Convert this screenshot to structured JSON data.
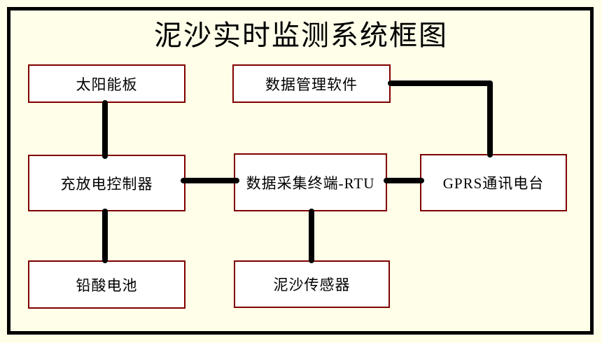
{
  "title": "泥沙实时监测系统框图",
  "diagram": {
    "nodes": [
      {
        "id": "solar",
        "label": "太阳能板"
      },
      {
        "id": "software",
        "label": "数据管理软件"
      },
      {
        "id": "controller",
        "label": "充放电控制器"
      },
      {
        "id": "rtu",
        "label": "数据采集终端-RTU"
      },
      {
        "id": "gprs",
        "label": "GPRS通讯电台"
      },
      {
        "id": "battery",
        "label": "铅酸电池"
      },
      {
        "id": "sensor",
        "label": "泥沙传感器"
      }
    ],
    "edges": [
      {
        "from": "太阳能板",
        "to": "充放电控制器"
      },
      {
        "from": "充放电控制器",
        "to": "铅酸电池"
      },
      {
        "from": "充放电控制器",
        "to": "数据采集终端-RTU"
      },
      {
        "from": "数据采集终端-RTU",
        "to": "GPRS通讯电台"
      },
      {
        "from": "数据采集终端-RTU",
        "to": "泥沙传感器"
      },
      {
        "from": "数据管理软件",
        "to": "GPRS通讯电台"
      }
    ]
  },
  "colors": {
    "background": "#fffee8",
    "node_fill": "#ffffff",
    "node_border": "#7f0000",
    "connector": "#000000",
    "frame": "#000000",
    "title_text": "#000000"
  }
}
